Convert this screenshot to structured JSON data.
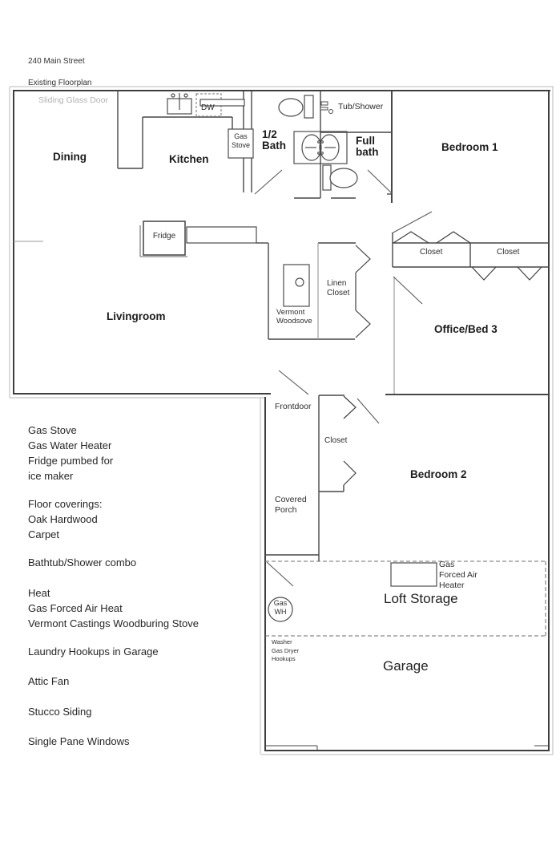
{
  "title": {
    "line1": "240 Main Street",
    "line2": "Existing Floorplan"
  },
  "rooms": {
    "dining": "Dining",
    "kitchen": "Kitchen",
    "half_bath": "1/2\nBath",
    "full_bath": "Full\nbath",
    "bedroom1": "Bedroom 1",
    "livingroom": "Livingroom",
    "office_bed3": "Office/Bed 3",
    "bedroom2": "Bedroom 2",
    "covered_porch": "Covered\nPorch",
    "loft_storage": "Loft Storage",
    "garage": "Garage"
  },
  "fixtures": {
    "sliding_glass_door": "Sliding Glass Door",
    "dw": "DW",
    "gas_stove": "Gas\nStove",
    "tub_shower": "Tub/Shower",
    "fridge": "Fridge",
    "vermont_woodstove": "Vermont\nWoodsove",
    "linen_closet": "Linen\nCloset",
    "closet_bedroom1": "Closet",
    "closet_office": "Closet",
    "closet_entry": "Closet",
    "frontdoor": "Frontdoor",
    "gas_forced_air_heater": "Gas\nForced Air\nHeater",
    "gas_wh": "Gas\nWH",
    "washer_dryer": "Washer\nGas Dryer\nHookups"
  },
  "notes": [
    "Gas Stove\nGas Water Heater\nFridge pumbed for\nice maker",
    "Floor coverings:\nOak Hardwood\nCarpet",
    "Bathtub/Shower combo",
    "Heat\nGas Forced Air Heat\nVermont Castings Woodburing Stove",
    "Laundry Hookups in Garage",
    "Attic Fan",
    "Stucco Siding",
    "Single Pane Windows"
  ]
}
